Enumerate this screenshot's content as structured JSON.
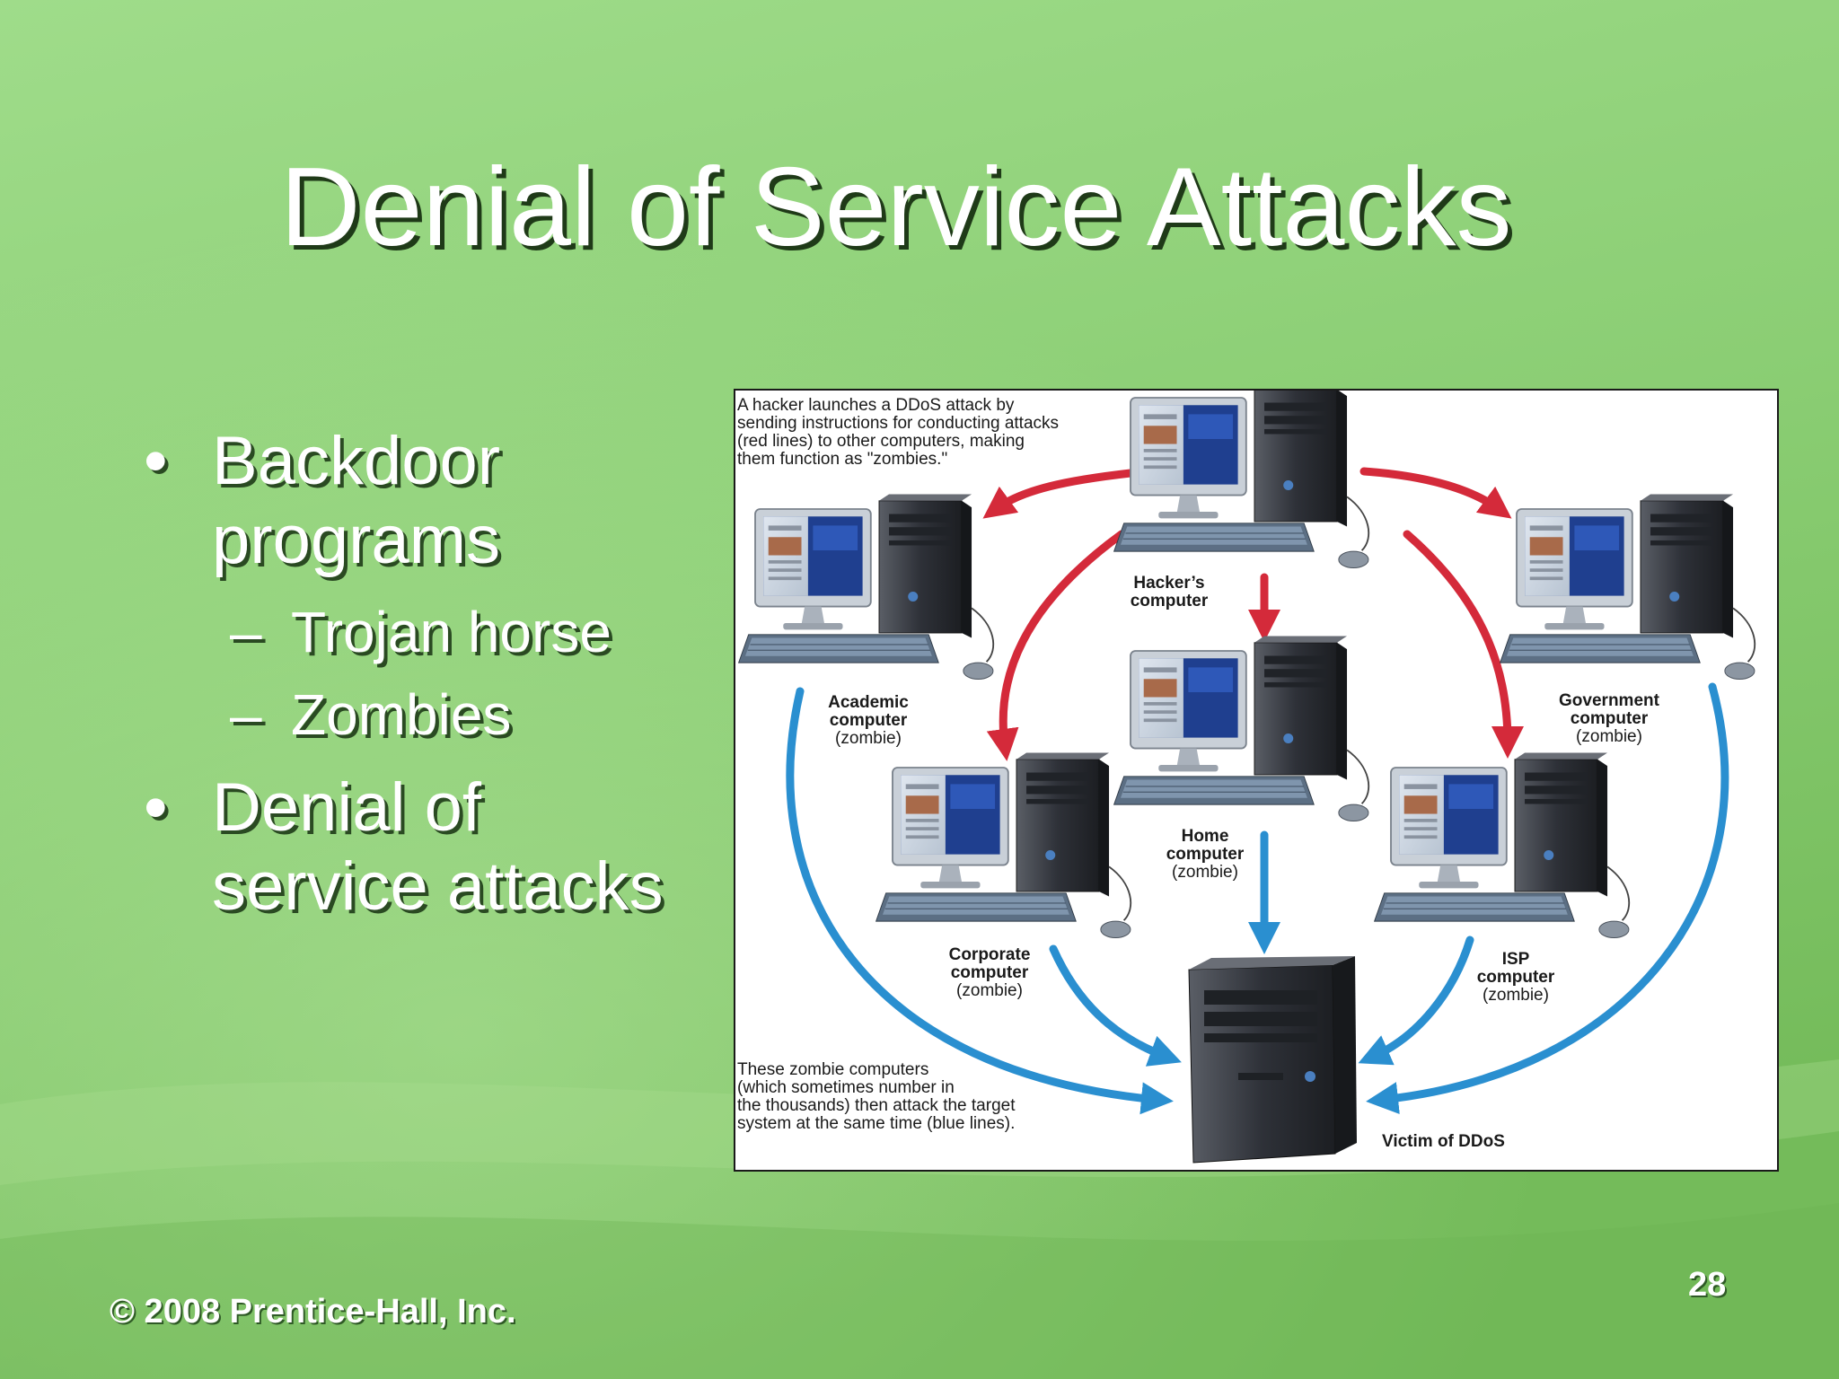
{
  "slide": {
    "title": "Denial of Service Attacks",
    "footer": "© 2008 Prentice-Hall, Inc.",
    "page_number": "28"
  },
  "bullets": [
    {
      "lines": [
        "Backdoor",
        "programs"
      ],
      "sub": [
        "Trojan horse",
        "Zombies"
      ]
    },
    {
      "lines": [
        "Denial of",
        "service attacks"
      ],
      "sub": []
    }
  ],
  "diagram": {
    "caption_top": [
      "A hacker launches a DDoS attack by",
      "sending instructions for conducting attacks",
      "(red lines) to other computers, making",
      "them function as \"zombies.\""
    ],
    "caption_bottom": [
      "These zombie computers",
      "(which sometimes number in",
      "the thousands) then attack the target",
      "system at the same time (blue lines)."
    ],
    "hacker": {
      "label": [
        "Hacker’s",
        "computer"
      ]
    },
    "zombies": {
      "academic": {
        "label": [
          "Academic",
          "computer"
        ],
        "sub": "(zombie)"
      },
      "government": {
        "label": [
          "Government",
          "computer"
        ],
        "sub": "(zombie)"
      },
      "home": {
        "label": [
          "Home",
          "computer"
        ],
        "sub": "(zombie)"
      },
      "corporate": {
        "label": [
          "Corporate",
          "computer"
        ],
        "sub": "(zombie)"
      },
      "isp": {
        "label": [
          "ISP",
          "computer"
        ],
        "sub": "(zombie)"
      }
    },
    "victim": {
      "label": "Victim of DDoS"
    },
    "colors": {
      "attack_instruction": "#d42a3a",
      "attack_traffic": "#2a8fd0"
    }
  }
}
